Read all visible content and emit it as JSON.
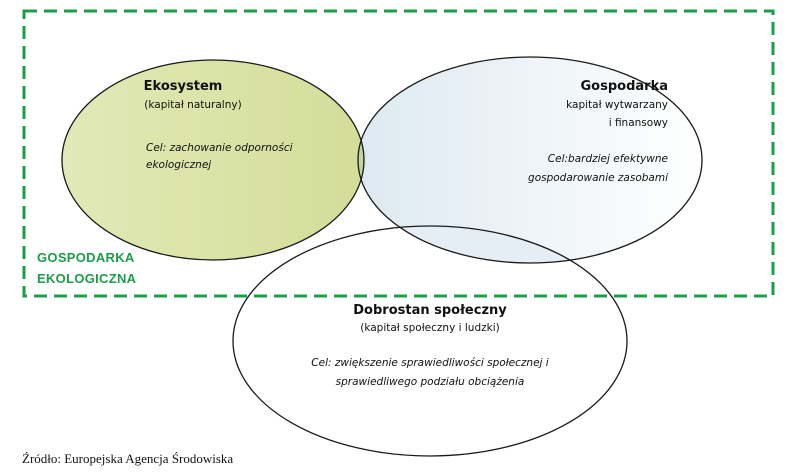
{
  "frame": {
    "label_line1": "GOSPODARKA",
    "label_line2": "EKOLOGICZNA",
    "color": "#1a9e47"
  },
  "ecosystem": {
    "title": "Ekosystem",
    "subtitle": "(kapitał naturalny)",
    "goal_line1": "Cel: zachowanie odporności",
    "goal_line2": "ekologicznej",
    "fill_color": "#dfe7b5"
  },
  "economy": {
    "title": "Gospodarka",
    "subtitle_line1": "kapitał wytwarzany",
    "subtitle_line2": "i finansowy",
    "goal_line1": "Cel:bardziej efektywne",
    "goal_line2": "gospodarowanie zasobami",
    "fill_color": "#eaf1f4"
  },
  "wellbeing": {
    "title": "Dobrostan społeczny",
    "subtitle": "(kapitał społeczny i ludzki)",
    "goal_line1": "Cel: zwiększenie sprawiedliwości społecznej i",
    "goal_line2": "sprawiedliwego podziału obciążenia",
    "fill_color": "#ffffff"
  },
  "source": "Źródło: Europejska Agencja Środowiska"
}
